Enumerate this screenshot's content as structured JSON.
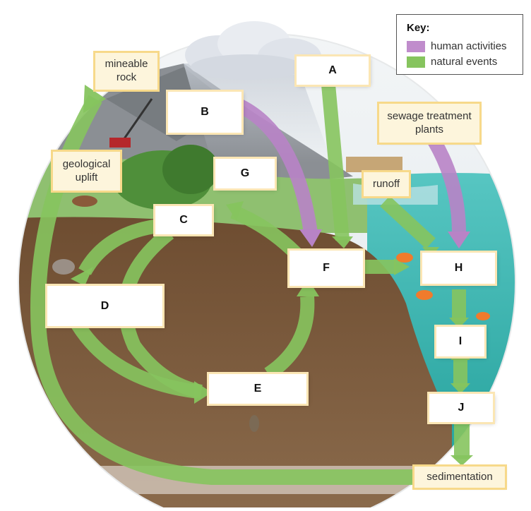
{
  "key": {
    "title": "Key:",
    "items": [
      {
        "label": "human activities",
        "color": "#c08ccc"
      },
      {
        "label": "natural events",
        "color": "#86c45e"
      }
    ]
  },
  "labels": {
    "A": "A",
    "B": "B",
    "C": "C",
    "D": "D",
    "E": "E",
    "F": "F",
    "G": "G",
    "H": "H",
    "I": "I",
    "J": "J"
  },
  "tags": {
    "mineable_rock": "mineable rock",
    "geological_uplift": "geological uplift",
    "sewage_treatment_plants": "sewage treatment plants",
    "runoff": "runoff",
    "sedimentation": "sedimentation"
  },
  "colors": {
    "natural_arrow": "#86c45e",
    "human_arrow": "#b883c6",
    "soil": "#7a5638",
    "water": "#3fb7b0",
    "sky": "#e8eef2"
  }
}
